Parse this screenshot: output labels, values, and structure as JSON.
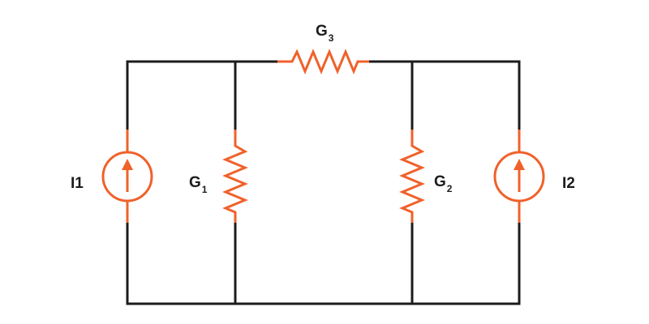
{
  "labels": {
    "current_source_1": "I1",
    "current_source_2": "I2",
    "conductance_1": {
      "symbol": "G",
      "subscript": "1"
    },
    "conductance_2": {
      "symbol": "G",
      "subscript": "2"
    },
    "conductance_3": {
      "symbol": "G",
      "subscript": "3"
    }
  },
  "colors": {
    "wire": "#1c1c1c",
    "component": "#f0612a",
    "background": "#ffffff"
  }
}
